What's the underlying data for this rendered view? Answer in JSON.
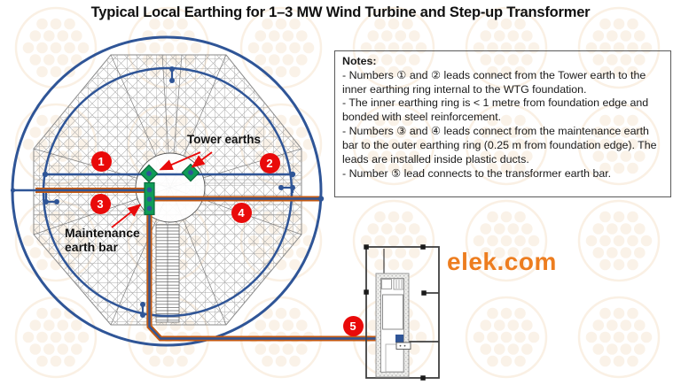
{
  "title": "Typical Local Earthing for 1–3 MW Wind Turbine and Step-up Transformer",
  "notes": {
    "heading": "Notes:",
    "lines": [
      "- Numbers ① and ② leads connect from the Tower earth to the inner earthing ring internal to the WTG foundation.",
      "- The inner earthing ring is < 1 metre from foundation edge and bonded with steel reinforcement.",
      "- Numbers ③ and ④ leads connect from the maintenance earth bar to the outer earthing ring (0.25 m from foundation edge). The leads are installed inside plastic ducts.",
      "- Number ⑤ lead connects to the transformer earth bar."
    ]
  },
  "diagram_labels": {
    "tower_earths": "Tower earths",
    "maintenance_earth_bar": "Maintenance earth bar"
  },
  "markers": {
    "m1": "1",
    "m2": "2",
    "m3": "3",
    "m4": "4",
    "m5": "5"
  },
  "logo": "elek.com",
  "colors": {
    "ring_blue": "#2F5597",
    "duct_orange": "#C55A11",
    "marker_red": "#E90A0A",
    "earth_green": "#0E9C57",
    "logo_orange": "#ED7D1F"
  }
}
